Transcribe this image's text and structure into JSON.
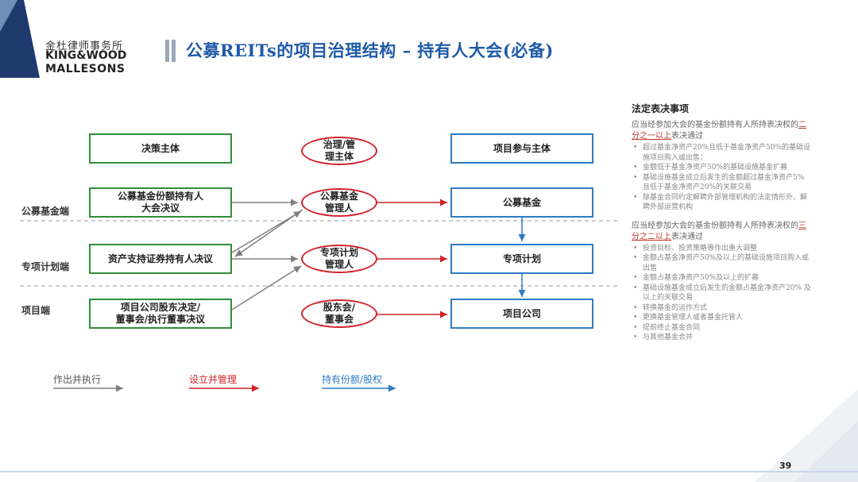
{
  "logo": {
    "cn": "金杜律师事务所",
    "en_line1": "KING&WOOD",
    "en_line2": "MALLESONS"
  },
  "title": "公募REITs的项目治理结构 – 持有人大会(必备)",
  "headers": {
    "decision": "决策主体",
    "governance": "治理/管\n理主体",
    "participant": "项目参与主体"
  },
  "rows": [
    {
      "side_label": "公募基金端",
      "decision": "公募基金份额持有人\n大会决议",
      "governance": "公募基金\n管理人",
      "participant": "公募基金"
    },
    {
      "side_label": "专项计划端",
      "decision": "资产支持证券持有人决议",
      "governance": "专项计划\n管理人",
      "participant": "专项计划"
    },
    {
      "side_label": "项目端",
      "decision": "项目公司股东决定/\n董事会/执行董事决议",
      "governance": "股东会/\n董事会",
      "participant": "项目公司"
    }
  ],
  "legend": [
    {
      "label": "作出并执行",
      "color": "#808080"
    },
    {
      "label": "设立并管理",
      "color": "#d3222a"
    },
    {
      "label": "持有份额/股权",
      "color": "#2e7cc4"
    }
  ],
  "right_panel": {
    "heading": "法定表决事项",
    "section1": {
      "intro_prefix": "应当经参加大会的基金份额持有人所持表决权的",
      "intro_highlight": "二分之一以上",
      "intro_suffix": "表决通过",
      "items": [
        "超过基金净资产20%且低于基金净资产50%的基础设施项目购入或出售；",
        "金额低于基金净资产50%的基础设施基金扩募",
        "基础设施基金成立后发生的金额超过基金净资产5% 且低于基金净资产20%的关联交易",
        "除基金合同约定解聘外部管理机构的法定情形外，解聘外部运营机构"
      ]
    },
    "section2": {
      "intro_prefix": "应当经参加大会的基金份额持有人所持表决权的",
      "intro_highlight": "三分之二以上",
      "intro_suffix": "表决通过",
      "items": [
        "投资目标、投资策略等作出重大调整",
        "金额占基金净资产50%及以上的基础设施项目购入或出售",
        "金额占基金净资产50%及以上的扩募",
        "基础设施基金成立后发生的金额占基金净资产20% 及以上的关联交易",
        "转换基金的运作方式",
        "更换基金管理人或者基金托管人",
        "提前终止基金合同",
        "与其他基金合并"
      ]
    }
  },
  "page_number": "39",
  "colors": {
    "title_blue": "#1f5aa8",
    "green": "#2f8f3a",
    "red": "#d3222a",
    "blue": "#2e7cc4",
    "grey_arrow": "#808080"
  }
}
